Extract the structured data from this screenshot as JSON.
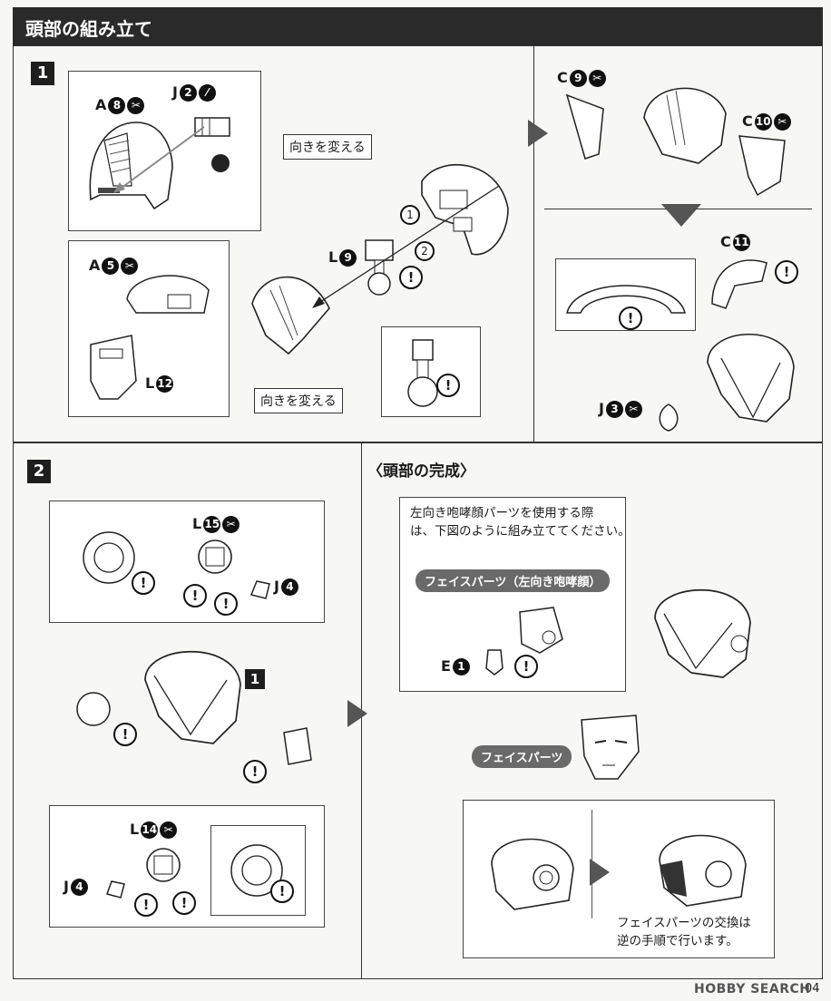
{
  "header": {
    "title": "頭部の組み立て"
  },
  "step1": {
    "number": "1",
    "labels": {
      "a8": "A",
      "a8_num": "8",
      "j2": "J",
      "j2_num": "2",
      "a5": "A",
      "a5_num": "5",
      "l12": "L",
      "l12_num": "12",
      "l9": "L",
      "l9_num": "9",
      "c9": "C",
      "c9_num": "9",
      "c10": "C",
      "c10_num": "10",
      "c11": "C",
      "c11_num": "11",
      "j3": "J",
      "j3_num": "3"
    },
    "callouts": {
      "turn1": "向きを変える",
      "turn2": "向きを変える"
    },
    "order": {
      "one": "1",
      "two": "2"
    }
  },
  "step2": {
    "number": "2",
    "labels": {
      "l15": "L",
      "l15_num": "15",
      "j4a": "J",
      "j4a_num": "4",
      "l14": "L",
      "l14_num": "14",
      "j4b": "J",
      "j4b_num": "4",
      "ref1": "1"
    }
  },
  "complete": {
    "title": "〈頭部の完成〉",
    "note_line1": "左向き咆哮顔パーツを使用する際",
    "note_line2": "は、下図のように組み立ててください。",
    "face_left_pill": "フェイスパーツ（左向き咆哮顔）",
    "e1": "E",
    "e1_num": "1",
    "face_pill": "フェイスパーツ",
    "swap_line1": "フェイスパーツの交換は",
    "swap_line2": "逆の手順で行います。"
  },
  "page_number": "04",
  "watermark": "HOBBY SEARCH",
  "warn_symbol": "!",
  "icons": [
    "cut-icon",
    "caution-icon",
    "arrow-right-icon",
    "arrow-down-icon",
    "nipper-icon"
  ]
}
